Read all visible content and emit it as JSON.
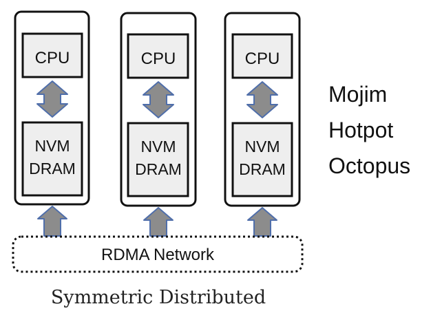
{
  "nodes": [
    {
      "cpu": "CPU",
      "mem_line1": "NVM",
      "mem_line2": "DRAM"
    },
    {
      "cpu": "CPU",
      "mem_line1": "NVM",
      "mem_line2": "DRAM"
    },
    {
      "cpu": "CPU",
      "mem_line1": "NVM",
      "mem_line2": "DRAM"
    }
  ],
  "network": {
    "label": "RDMA Network"
  },
  "systems": [
    "Mojim",
    "Hotpot",
    "Octopus"
  ],
  "caption": "Symmetric Distributed",
  "colors": {
    "outline": "#111111",
    "component_fill": "#eeeeee",
    "arrow_fill": "#8c8c8c",
    "arrow_stroke": "#4f6eaa",
    "text": "#111111"
  }
}
